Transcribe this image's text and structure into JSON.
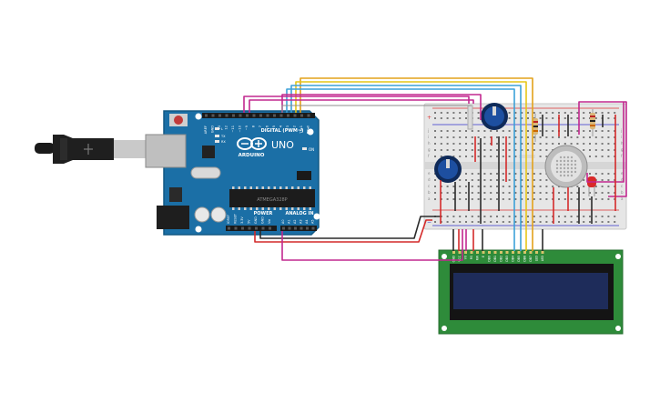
{
  "arduino": {
    "brand": "ARDUINO",
    "model": "UNO",
    "digital_label": "DIGITAL (PWM~)",
    "power_label": "POWER",
    "analog_label": "ANALOG IN",
    "on_label": "ON",
    "tx_label": "TX",
    "rx_label": "RX",
    "l_label": "L",
    "chip_label": "ATMEGA328P",
    "digital_pins": [
      "AREF",
      "GND",
      "13",
      "12",
      "~11",
      "~10",
      "~9",
      "8",
      "7",
      "~6",
      "~5",
      "4",
      "~3",
      "2",
      "TX▸1",
      "RX◂0"
    ],
    "power_pins": [
      "IOREF",
      "RESET",
      "3.3V",
      "5V",
      "GND",
      "GND",
      "Vin"
    ],
    "analog_pins": [
      "A0",
      "A1",
      "A2",
      "A3",
      "A4",
      "A5"
    ]
  },
  "lcd": {
    "pins": [
      "GND",
      "VCC",
      "V0",
      "RS",
      "RW",
      "E",
      "DB0",
      "DB1",
      "DB2",
      "DB3",
      "DB4",
      "DB5",
      "DB6",
      "DB7",
      "LED",
      "LED"
    ]
  },
  "breadboard": {
    "row_letters": [
      "j",
      "i",
      "h",
      "g",
      "f",
      "e",
      "d",
      "c",
      "b",
      "a"
    ]
  },
  "colors": {
    "board": "#1b6fa6",
    "board_dark": "#135984",
    "breadboard": "#e6e6e6",
    "lcd_pcb": "#2e8b3a",
    "lcd_screen": "#1e2c5a",
    "wire_magenta": "#c2288f",
    "wire_orange": "#e3a21a",
    "wire_yellow": "#e6c619",
    "wire_blue": "#3ca1d8",
    "wire_red": "#d42a2a",
    "wire_black": "#2b2b2b"
  }
}
